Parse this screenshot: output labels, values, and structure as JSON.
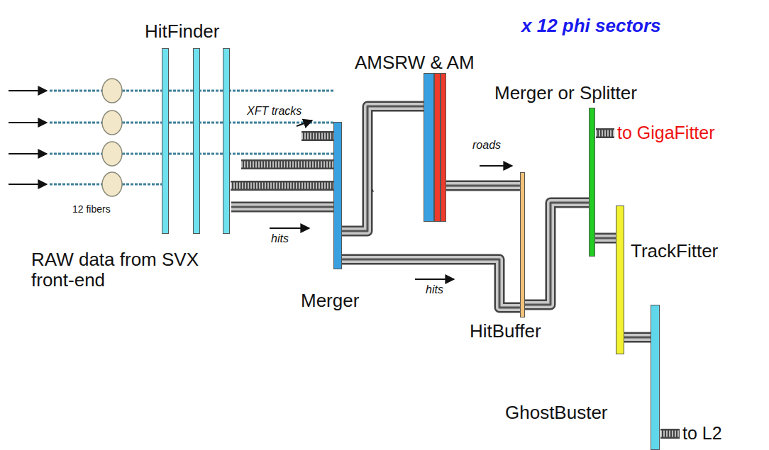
{
  "diagram": {
    "nodes": [
      {
        "text": [
          "HitFinder"
        ]
      },
      {
        "text": [
          "AMSRW & AM"
        ]
      },
      {
        "text": [
          "Merger"
        ]
      },
      {
        "text": [
          "HitBuffer"
        ]
      },
      {
        "text": [
          "Merger or Splitter"
        ]
      },
      {
        "text": [
          "TrackFitter"
        ]
      },
      {
        "text": [
          "GhostBuster"
        ]
      }
    ],
    "edges": [
      {
        "from": 0,
        "to": 2,
        "label": "hits",
        "arrow": "none"
      },
      {
        "from": 2,
        "to": 1,
        "arrow": "none"
      },
      {
        "from": 2,
        "to": 3,
        "label": "hits",
        "arrow": "none"
      },
      {
        "from": 1,
        "to": 3,
        "label": "roads",
        "arrow": "none"
      },
      {
        "from": 3,
        "to": 4,
        "arrow": "none"
      },
      {
        "from": 4,
        "to": 5,
        "arrow": "none"
      },
      {
        "from": 5,
        "to": 6,
        "arrow": "none"
      }
    ],
    "labels": [
      "x 12 phi sectors",
      "12 fibers",
      "RAW data from SVX front-end",
      "XFT tracks",
      "to GigaFitter",
      "to L2"
    ]
  }
}
